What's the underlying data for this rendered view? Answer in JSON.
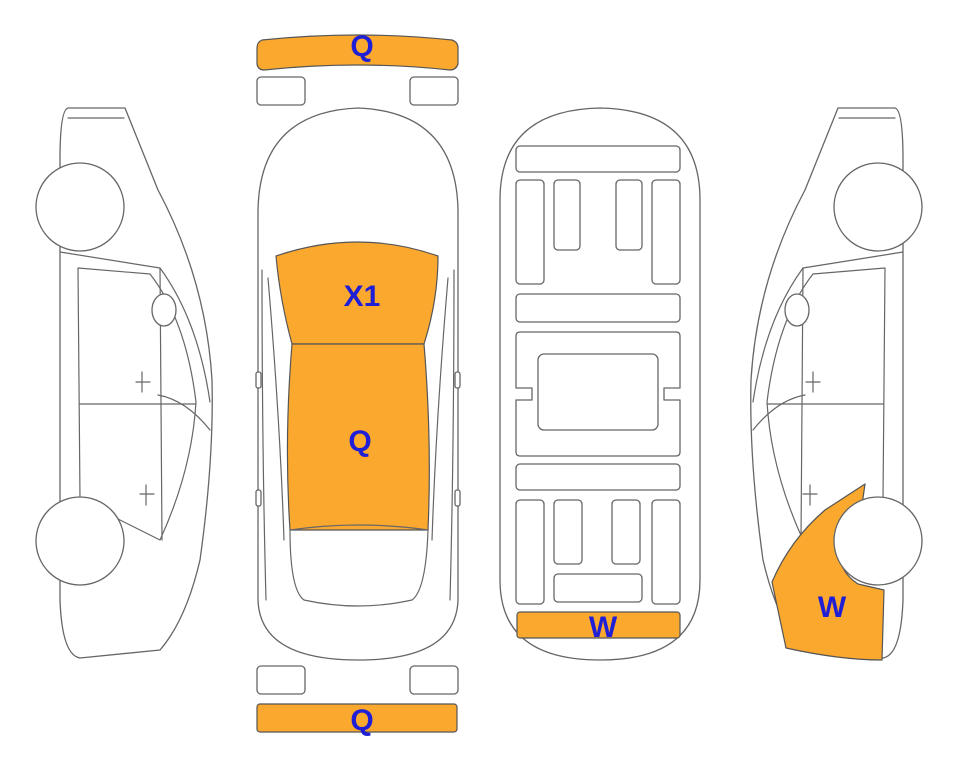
{
  "colors": {
    "highlight": "#FBA82F",
    "label": "#1F1FD6",
    "outline": "#666666"
  },
  "labels": {
    "front_bumper": "Q",
    "windshield": "X1",
    "roof": "Q",
    "rear_bumper": "Q",
    "underbody_rear": "W",
    "right_rear_quarter": "W"
  }
}
